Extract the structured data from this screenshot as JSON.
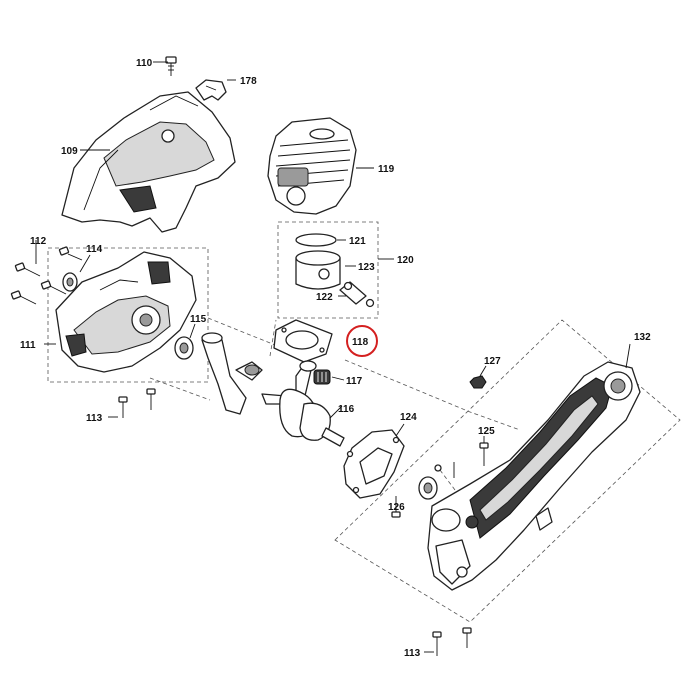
{
  "diagram": {
    "labels": {
      "p109": "109",
      "p110": "110",
      "p178": "178",
      "p119": "119",
      "p112": "112",
      "p114": "114",
      "p121": "121",
      "p120": "120",
      "p123": "123",
      "p122": "122",
      "p111": "111",
      "p115": "115",
      "p118": "118",
      "p132": "132",
      "p117": "117",
      "p127": "127",
      "p116": "116",
      "p124": "124",
      "p113a": "113",
      "p125": "125",
      "p126": "126",
      "p113b": "113"
    },
    "highlight": {
      "part": "118",
      "color": "#d42020"
    }
  }
}
